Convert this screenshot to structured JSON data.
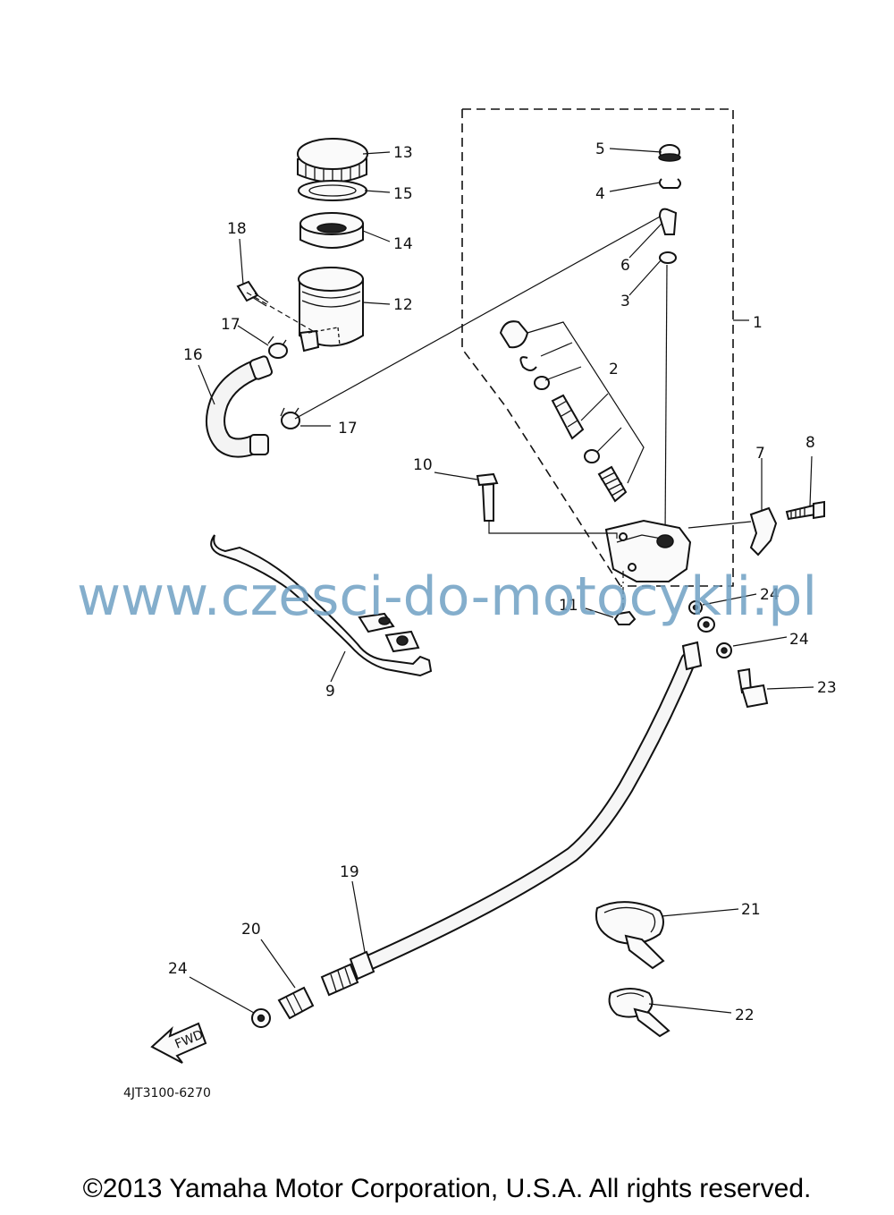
{
  "diagram": {
    "callouts": {
      "c1": "1",
      "c2": "2",
      "c3": "3",
      "c4": "4",
      "c5": "5",
      "c6": "6",
      "c7": "7",
      "c8": "8",
      "c9": "9",
      "c10": "10",
      "c11": "11",
      "c12": "12",
      "c13": "13",
      "c14": "14",
      "c15": "15",
      "c16": "16",
      "c17a": "17",
      "c17b": "17",
      "c18": "18",
      "c19": "19",
      "c20": "20",
      "c21": "21",
      "c22": "22",
      "c23": "23",
      "c24a": "24",
      "c24b": "24",
      "c24c": "24"
    },
    "fwd_label": "FWD",
    "diagram_code": "4JT3100-6270"
  },
  "watermark": "www.czesci-do-motocykli.pl",
  "copyright": "©2013 Yamaha Motor Corporation, U.S.A. All rights reserved."
}
